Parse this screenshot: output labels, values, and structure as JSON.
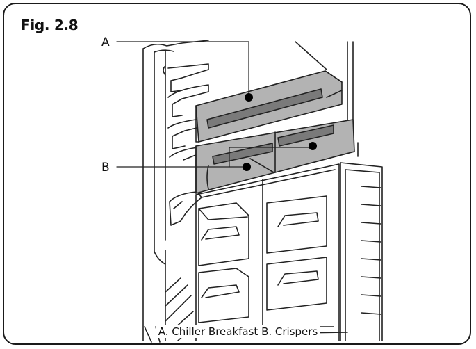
{
  "figure": {
    "title": "Fig. 2.8",
    "caption": "A. Chiller Breakfast B. Crispers"
  },
  "callouts": [
    {
      "letter": "A"
    },
    {
      "letter": "B"
    }
  ],
  "colors": {
    "outline": "#1a1a1a",
    "shelf_fill": "#b3b3b3",
    "rail_fill": "#7a7a7a",
    "line": "#222222"
  }
}
